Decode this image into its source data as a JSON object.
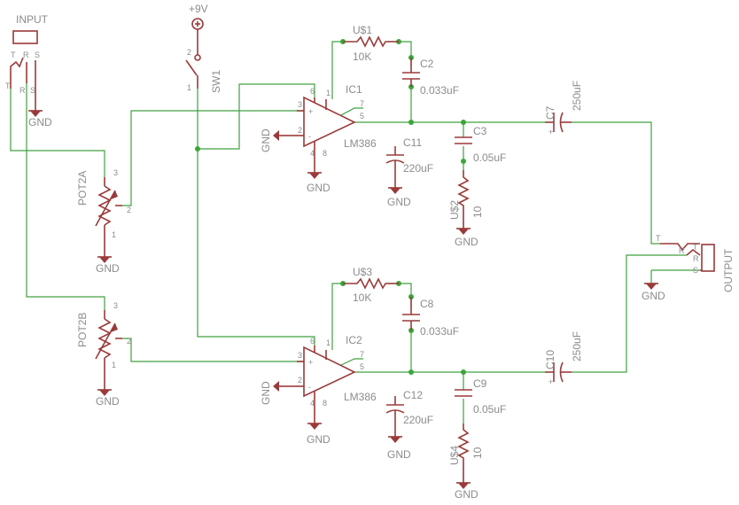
{
  "colors": {
    "wire": "#40a040",
    "component": "#9a3a3a",
    "text": "#8c8c8c",
    "junction": "#3aa63a",
    "background": "#ffffff"
  },
  "labels": {
    "input": "INPUT",
    "output": "OUTPUT",
    "supply": "+9V",
    "sw1": "SW1",
    "pot2a": "POT2A",
    "pot2b": "POT2B",
    "ic1": "IC1",
    "ic2": "IC2",
    "lm386_1": "LM386",
    "lm386_2": "LM386",
    "us1": "U$1",
    "us1_val": "10K",
    "us2": "U$2",
    "us2_val": "10",
    "us3": "U$3",
    "us3_val": "10K",
    "us4": "U$4",
    "us4_val": "10",
    "c2": "C2",
    "c2_val": "0.033uF",
    "c3": "C3",
    "c3_val": "0.05uF",
    "c7": "C7",
    "c7_val": "250uF",
    "c8": "C8",
    "c8_val": "0.033uF",
    "c9": "C9",
    "c9_val": "0.05uF",
    "c10": "C10",
    "c10_val": "250uF",
    "c11": "C11",
    "c11_val": "220uF",
    "c12": "C12",
    "c12_val": "220uF",
    "gnd": "GND"
  },
  "pins": {
    "T": "T",
    "R": "R",
    "S": "S",
    "p1": "1",
    "p2": "2",
    "p3": "3",
    "p4": "4",
    "p5": "5",
    "p6": "6",
    "p7": "7",
    "p8": "8",
    "plus": "+",
    "minus": "-"
  }
}
